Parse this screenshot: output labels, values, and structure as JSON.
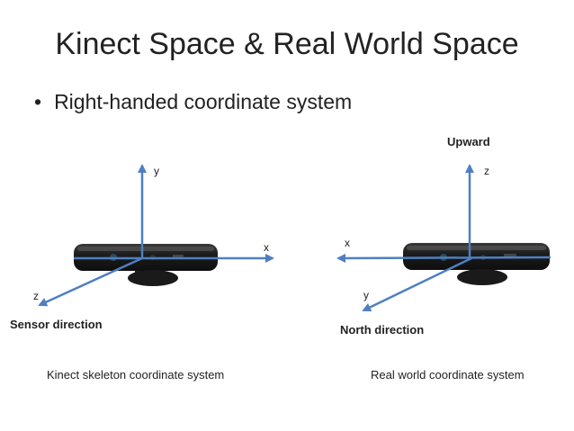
{
  "slide": {
    "title": "Kinect Space & Real World Space",
    "bullet": "Right-handed coordinate system"
  },
  "left_diagram": {
    "axis_y": "y",
    "axis_x": "x",
    "axis_z": "z",
    "direction_label": "Sensor direction",
    "caption": "Kinect skeleton coordinate system"
  },
  "right_diagram": {
    "top_label": "Upward",
    "axis_z": "z",
    "axis_x": "x",
    "axis_y": "y",
    "direction_label": "North direction",
    "caption": "Real world coordinate system"
  },
  "colors": {
    "axis": "#4f7fc0",
    "device_body": "#1c1c1c",
    "device_highlight": "#555555"
  }
}
